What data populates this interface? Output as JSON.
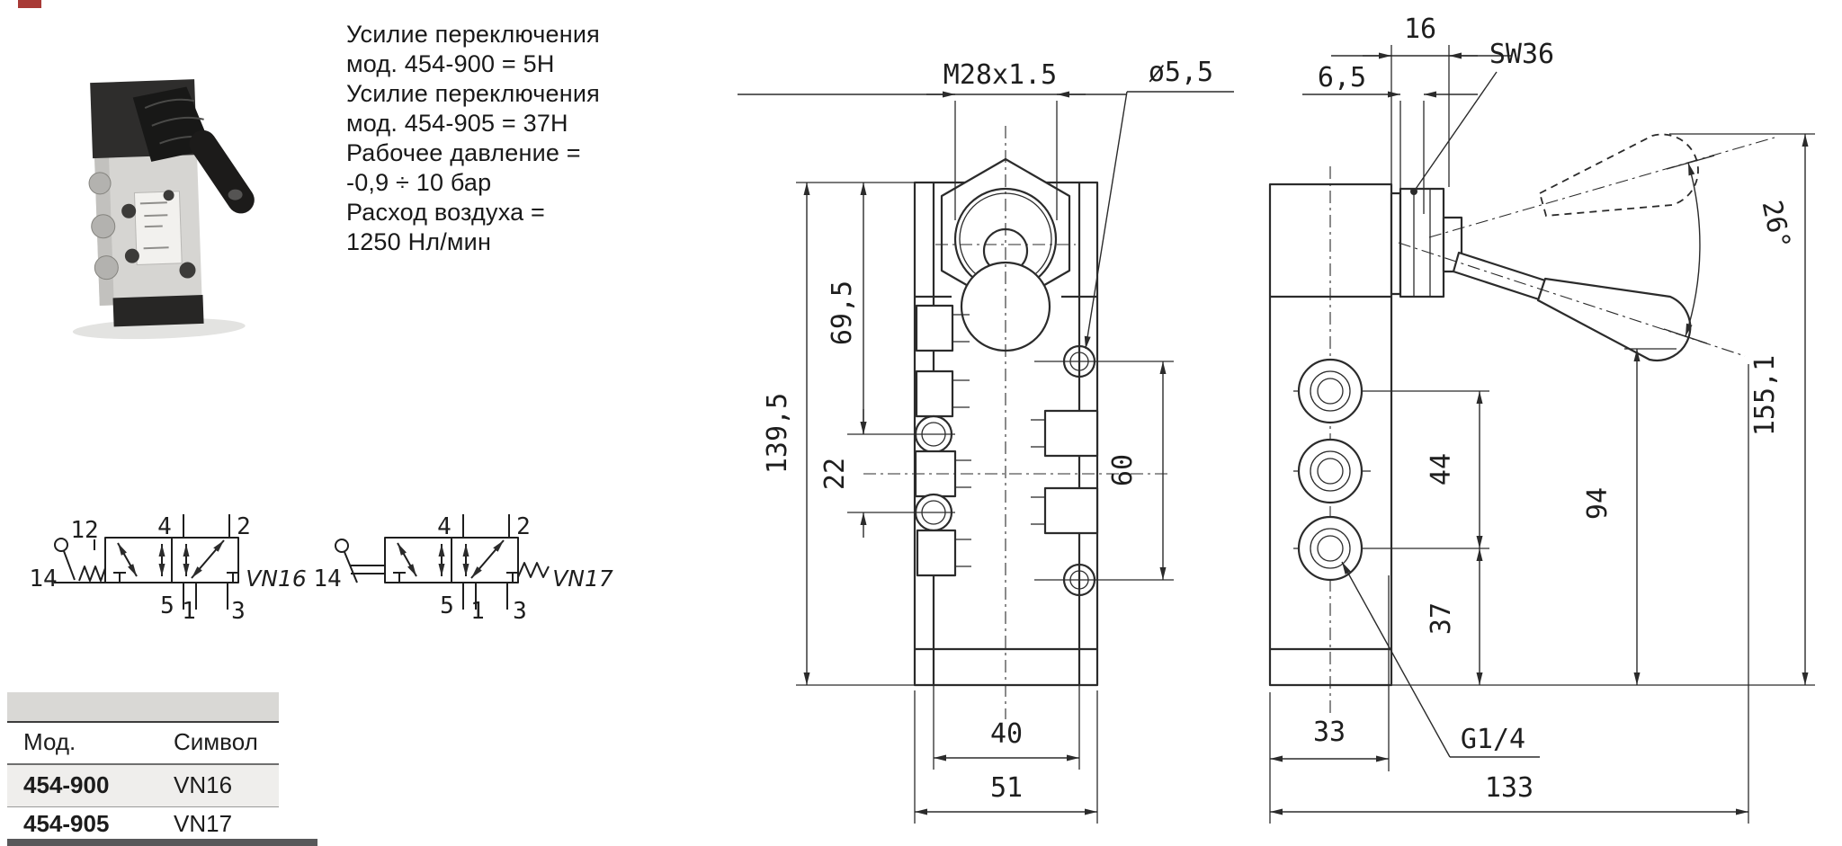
{
  "page": {
    "bg": "#ffffff",
    "accent_red": "#a83a36",
    "line_color": "#2b2b2b",
    "table_band_bg": "#d9d8d5",
    "table_row_alt_bg": "#efeeec",
    "bottom_bar_color": "#58585a"
  },
  "specs": {
    "lines": [
      "Усилие переключения",
      "мод. 454-900 = 5Н",
      "Усилие переключения",
      "мод. 454-905 = 37Н",
      "Рабочее давление =",
      "-0,9 ÷ 10 бар",
      "Расход воздуха =",
      "1250 Нл/мин"
    ]
  },
  "symbols": {
    "vn16": {
      "label": "VN16",
      "port_pilot": "12",
      "port_manual": "14",
      "ports_top": [
        "4",
        "2"
      ],
      "ports_bottom": [
        "5",
        "1",
        "3"
      ]
    },
    "vn17": {
      "label": "VN17",
      "port_manual": "14",
      "ports_top": [
        "4",
        "2"
      ],
      "ports_bottom": [
        "5",
        "1",
        "3"
      ]
    }
  },
  "table": {
    "headers": [
      "Мод.",
      "Символ"
    ],
    "rows": [
      {
        "model": "454-900",
        "symbol": "VN16"
      },
      {
        "model": "454-905",
        "symbol": "VN17"
      }
    ]
  },
  "front_view": {
    "dims": {
      "thread": "M28x1.5",
      "hole": "ø5,5",
      "height": "139,5",
      "top_to_port": "69,5",
      "port_spacing": "22",
      "side_holes": "60",
      "mount_width": "40",
      "width": "51"
    }
  },
  "side_view": {
    "dims": {
      "nut_width": "16",
      "locknut": "6,5",
      "wrench": "SW36",
      "angle": "26°",
      "total_height": "155,1",
      "port_span": "44",
      "lever_height": "94",
      "base_to_port": "37",
      "depth": "33",
      "port_thread": "G1/4",
      "total_width": "133"
    }
  }
}
